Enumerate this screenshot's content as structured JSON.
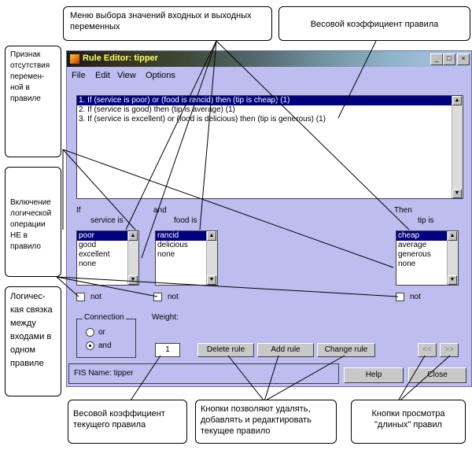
{
  "window": {
    "title": "Rule Editor: tipper",
    "controls": {
      "minimize": "_",
      "maximize": "□",
      "close": "×"
    }
  },
  "menu": [
    "File",
    "Edit",
    "View",
    "Options"
  ],
  "rules": [
    "1. If (service is poor) or (food is rancid) then (tip is cheap) (1)",
    "2. If (service is good) then (tip is average) (1)",
    "3. If (service is excellent) or (food is delicious) then (tip is generous) (1)"
  ],
  "inputs": {
    "if_label": "If",
    "and_label": "and",
    "service_label": "service is",
    "food_label": "food is",
    "service_options": [
      "poor",
      "good",
      "excellent",
      "none"
    ],
    "food_options": [
      "rancid",
      "delicious",
      "none"
    ]
  },
  "output": {
    "then_label": "Then",
    "tip_label": "tip is",
    "tip_options": [
      "cheap",
      "average",
      "generous",
      "none"
    ]
  },
  "not_label": "not",
  "connection": {
    "title": "Connection",
    "or": "or",
    "and": "and",
    "selected": "and"
  },
  "weight": {
    "label": "Weight:",
    "value": "1"
  },
  "buttons": {
    "delete": "Delete rule",
    "add": "Add rule",
    "change": "Change rule",
    "prev": "<<",
    "next": ">>",
    "help": "Help",
    "close": "Close"
  },
  "status": "FIS Name: tipper",
  "annotations": {
    "menu_select": "Меню выбора значений входных и выходных переменных",
    "rule_weight": "Весовой коэффициент правила",
    "missing_var": "Признак отсутствия перемен-ной в правиле",
    "not_op": "Включение логической операции НЕ в правило",
    "connective": "Логичес-кая связка между входами в одном правиле",
    "current_weight": "Весовой коэффициент текущего правила",
    "edit_buttons": "Кнопки позволяют удалять, добавлять и редактировать текущее правило",
    "long_rules": "Кнопки просмотра \"длиных\" правил"
  }
}
